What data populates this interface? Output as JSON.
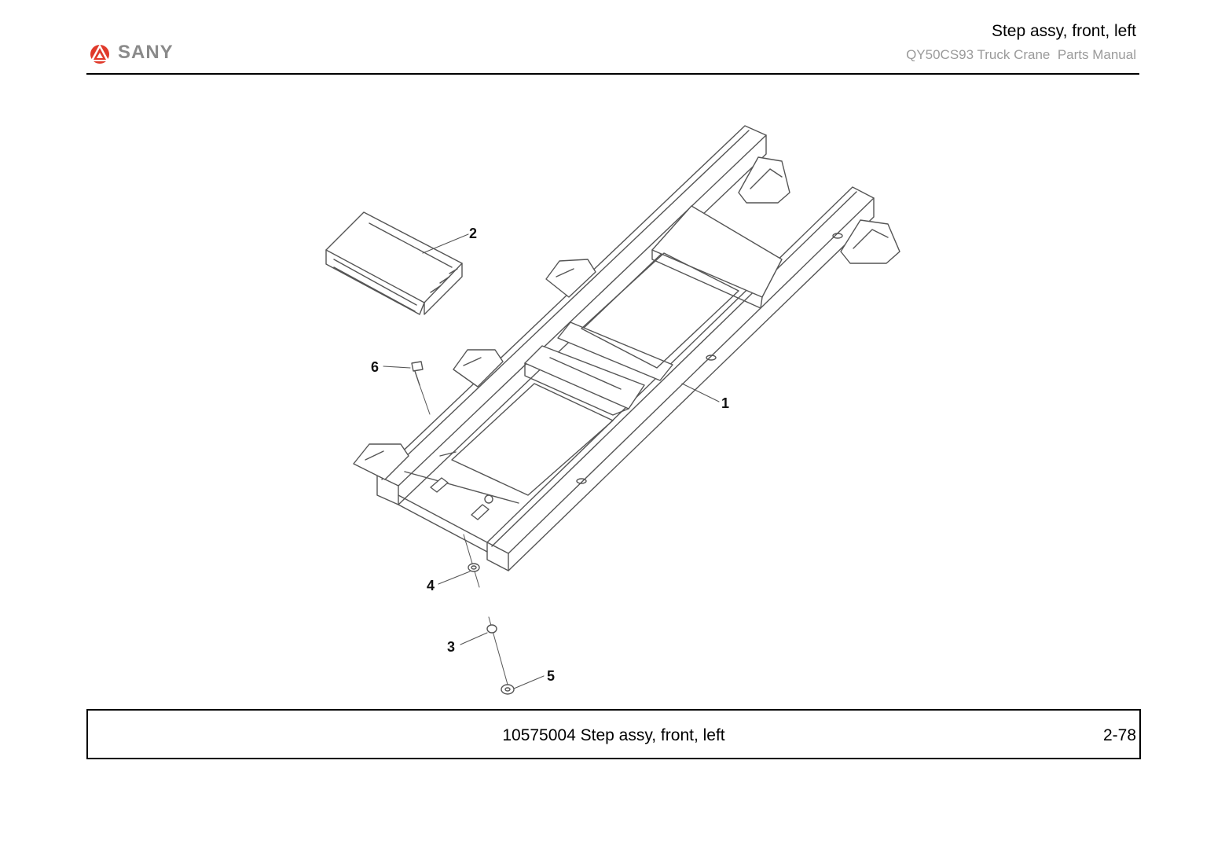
{
  "header": {
    "brand": "SANY",
    "title": "Step assy, front, left",
    "subtitle": "QY50CS93 Truck Crane  Parts Manual"
  },
  "figure": {
    "callouts": [
      "1",
      "2",
      "3",
      "4",
      "5",
      "6"
    ]
  },
  "footer": {
    "caption": "10575004 Step assy, front, left",
    "page": "2-78"
  },
  "colors": {
    "brand_red": "#e03a2b",
    "logo_gray": "#8a8a8a",
    "line": "#555555"
  }
}
